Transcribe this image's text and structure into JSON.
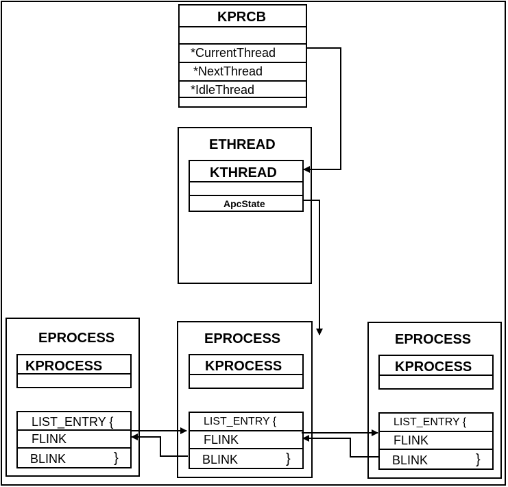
{
  "kprcb": {
    "title": "KPRCB",
    "current_thread": "*CurrentThread",
    "next_thread": "*NextThread",
    "idle_thread": "*IdleThread"
  },
  "ethread": {
    "title": "ETHREAD",
    "kthread": "KTHREAD",
    "apc_state": "ApcState"
  },
  "eprocess_left": {
    "title": "EPROCESS",
    "kprocess": "KPROCESS",
    "list_entry": "LIST_ENTRY {",
    "flink": "FLINK",
    "blink": "BLINK",
    "close_brace": "}"
  },
  "eprocess_center": {
    "title": "EPROCESS",
    "kprocess": "KPROCESS",
    "list_entry": "LIST_ENTRY {",
    "flink": "FLINK",
    "blink": "BLINK",
    "close_brace": "}"
  },
  "eprocess_right": {
    "title": "EPROCESS",
    "kprocess": "KPROCESS",
    "list_entry": "LIST_ENTRY {",
    "flink": "FLINK",
    "blink": "BLINK",
    "close_brace": "}"
  }
}
